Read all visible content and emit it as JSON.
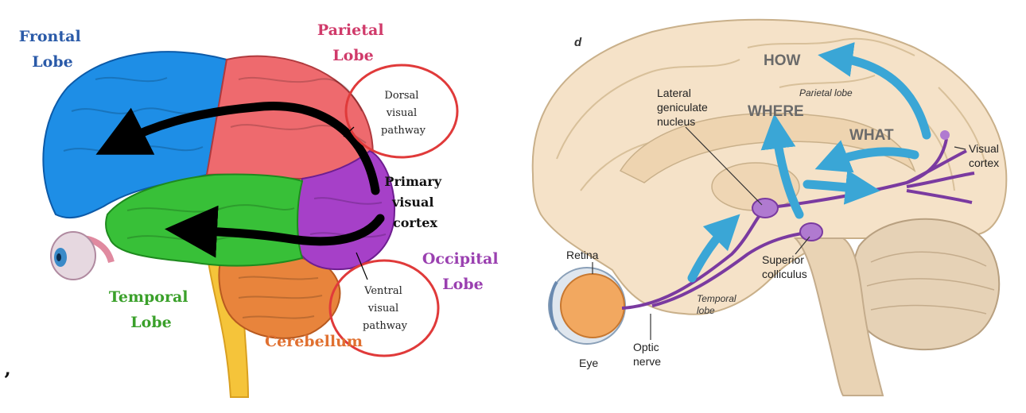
{
  "left_diagram": {
    "frontal_lobe": [
      "Frontal",
      "Lobe"
    ],
    "parietal_lobe": [
      "Parietal",
      "Lobe"
    ],
    "temporal_lobe": [
      "Temporal",
      "Lobe"
    ],
    "occipital_lobe": [
      "Occipital",
      "Lobe"
    ],
    "cerebellum": "Cerebellum",
    "primary_visual_cortex": [
      "Primary",
      "visual",
      "cortex"
    ],
    "dorsal_pathway": [
      "Dorsal",
      "visual",
      "pathway"
    ],
    "ventral_pathway": [
      "Ventral",
      "visual",
      "pathway"
    ],
    "stray_mark": "ʼ"
  },
  "right_diagram": {
    "panel_letter": "d",
    "how": "HOW",
    "where": "WHERE",
    "what": "WHAT",
    "parietal_lobe": "Parietal lobe",
    "lgn": [
      "Lateral",
      "geniculate",
      "nucleus"
    ],
    "visual_cortex": [
      "Visual",
      "cortex"
    ],
    "retina": "Retina",
    "superior_colliculus": [
      "Superior",
      "colliculus"
    ],
    "temporal_lobe": [
      "Temporal",
      "lobe"
    ],
    "optic_nerve": [
      "Optic",
      "nerve"
    ],
    "eye": "Eye"
  },
  "colors": {
    "frontal": "#1e8ee6",
    "parietal": "#ee6a6e",
    "temporal": "#38c038",
    "occipital": "#a640c8",
    "cerebellum": "#e8843c",
    "frontal_text": "#2a5aa8",
    "parietal_text": "#d03a6a",
    "temporal_text": "#3aa02a",
    "occipital_text": "#9a40b0",
    "cerebellum_text": "#e07030",
    "circle": "#e03a3a",
    "pathway_blue": "#3aa6d6",
    "neural_purple": "#7a3aa0"
  }
}
